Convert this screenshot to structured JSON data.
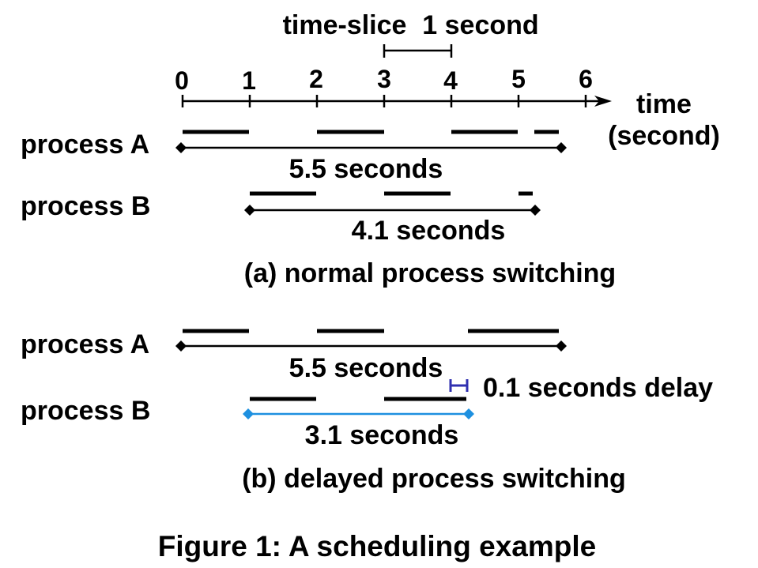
{
  "timeslice": {
    "label_left": "time-slice",
    "label_right": "1 second"
  },
  "axis": {
    "ticks": [
      "0",
      "1",
      "2",
      "3",
      "4",
      "5",
      "6"
    ],
    "label_line1": "time",
    "label_line2": "(second)"
  },
  "panel_a": {
    "process_a_label": "process A",
    "process_a_duration": "5.5 seconds",
    "process_b_label": "process B",
    "process_b_duration": "4.1 seconds",
    "caption": "(a)  normal process switching"
  },
  "panel_b": {
    "process_a_label": "process A",
    "process_a_duration": "5.5 seconds",
    "process_b_label": "process B",
    "process_b_duration": "3.1 seconds",
    "delay_label": "0.1 seconds delay",
    "caption": "(b)  delayed process switching"
  },
  "figure_caption": "Figure 1:  A scheduling example",
  "colors": {
    "ink": "#000000",
    "blue_span": "#1e90e0",
    "delay_marker": "#3030b0"
  }
}
